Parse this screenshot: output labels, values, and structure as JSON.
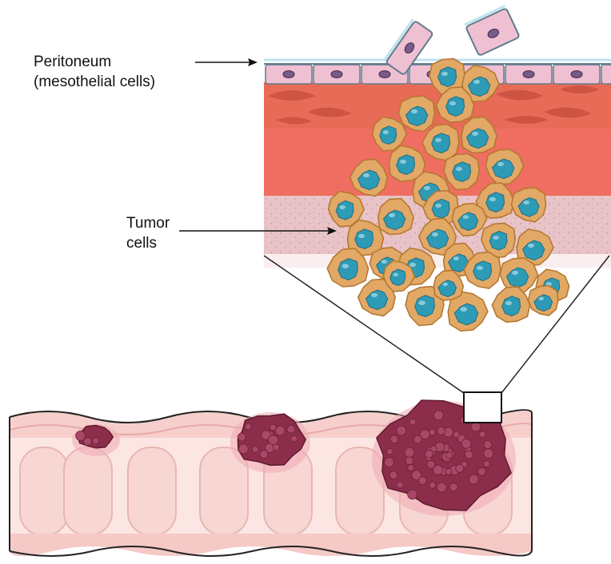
{
  "labels": {
    "peritoneum": {
      "line1": "Peritoneum",
      "line2": "(mesothelial cells)"
    },
    "tumor": {
      "line1": "Tumor",
      "line2": "cells"
    }
  },
  "colors": {
    "mesothelium": "#efbfd2",
    "mesothelium_border": "#5f7c8c",
    "nucleus": "#7a5a8a",
    "fibrous_layer": "#e56b57",
    "muscle_layer": "#ef6f62",
    "connective_layer": "#e6c0c4",
    "tumor_cell": "#e2a866",
    "tumor_cell_edge": "#b57830",
    "tumor_nucleus": "#2e9bb6",
    "colon_wall": "#f7cfcc",
    "colon_lumen": "#fbe4e1",
    "polyp": "#8c2e4b",
    "polyp_highlight": "#a84766"
  },
  "icons": {
    "polyp_small": "small-polyp",
    "polyp_medium": "medium-polyp",
    "polyp_large": "large-tumor"
  }
}
